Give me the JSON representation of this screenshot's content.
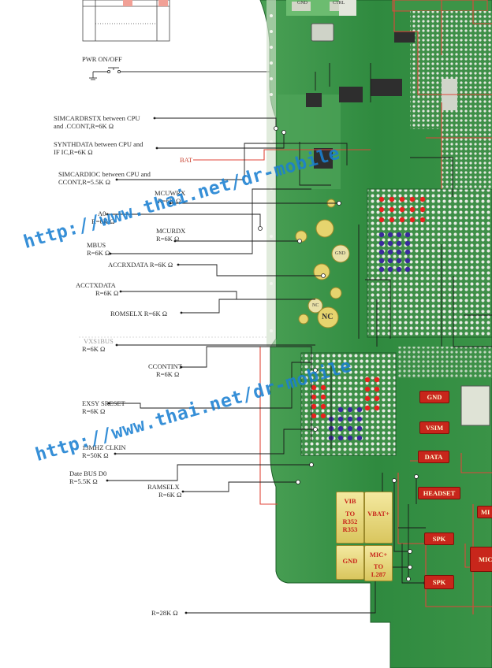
{
  "watermarks": [
    "http://www.thai.net/dr-mobile",
    "http://www.thai.net/dr-mobile"
  ],
  "left_labels": [
    {
      "lines": [
        "PWR ON/OFF"
      ]
    },
    {
      "lines": [
        "SIMCARDRSTX between CPU",
        "and .CCONT,R=6K Ω"
      ]
    },
    {
      "lines": [
        "SYNTHDATA between CPU and",
        "IF IC,R=6K Ω"
      ]
    },
    {
      "lines": [
        "BAT"
      ]
    },
    {
      "lines": [
        "SIMCARDIOC  between CPU and",
        "CCONT,R=5.5K Ω"
      ]
    },
    {
      "lines": [
        "MCUWRX",
        "R=6K Ω"
      ]
    },
    {
      "lines": [
        "A0",
        "R=6K Ω"
      ]
    },
    {
      "lines": [
        "MCURDX",
        "R=6K Ω"
      ]
    },
    {
      "lines": [
        "MBUS",
        "R=6K Ω"
      ]
    },
    {
      "lines": [
        "ACCRXDATA  R=6K Ω"
      ]
    },
    {
      "lines": [
        "ACCTXDATA",
        "R=6K Ω"
      ]
    },
    {
      "lines": [
        "ROMSELX  R=6K Ω"
      ]
    },
    {
      "lines": [
        "VXS1BUS",
        "R=6K Ω"
      ]
    },
    {
      "lines": [
        "CCONTINT",
        "R=6K Ω"
      ]
    },
    {
      "lines": [
        "EXSY SRESET",
        "R=6K Ω"
      ]
    },
    {
      "lines": [
        "13MHZ CLKIN",
        "R=50K Ω"
      ]
    },
    {
      "lines": [
        "Date BUS D0",
        "R=5.5K Ω"
      ]
    },
    {
      "lines": [
        "RAMSELX",
        "R=6K Ω"
      ]
    },
    {
      "lines": [
        "R=28K Ω"
      ]
    }
  ],
  "board_labels": {
    "gnd_top": "GND",
    "ctrl_top": "CTRL",
    "gnd_round": "GND",
    "nc_small": "NC",
    "nc_big": "NC",
    "pad_gnd": "GND",
    "pad_vsim": "VSIM",
    "pad_data": "DATA",
    "pad_headset": "HEADSET",
    "pad_mi_1": "MI",
    "pad_spk_1": "SPK",
    "pad_mic_right": "MIC",
    "pad_spk_2": "SPK",
    "vib": "VIB",
    "vib_to": "TO",
    "vib_r1": "R352",
    "vib_r2": "R353",
    "vbat": "VBAT+",
    "gnd_bottom": "GND",
    "mic_plus": "MIC+",
    "mic_to": "TO",
    "mic_l": "L287"
  },
  "colors": {
    "pcb": "#2f8a3f",
    "pcb_light": "#5fb267",
    "trace": "#222222",
    "red_trace": "#e0463a",
    "pad_red": "#c8261b",
    "gold": "#e8d878",
    "bga_red": "#e8221e",
    "bga_blue": "#3a2a9c",
    "watermark": "#1a80d2"
  }
}
